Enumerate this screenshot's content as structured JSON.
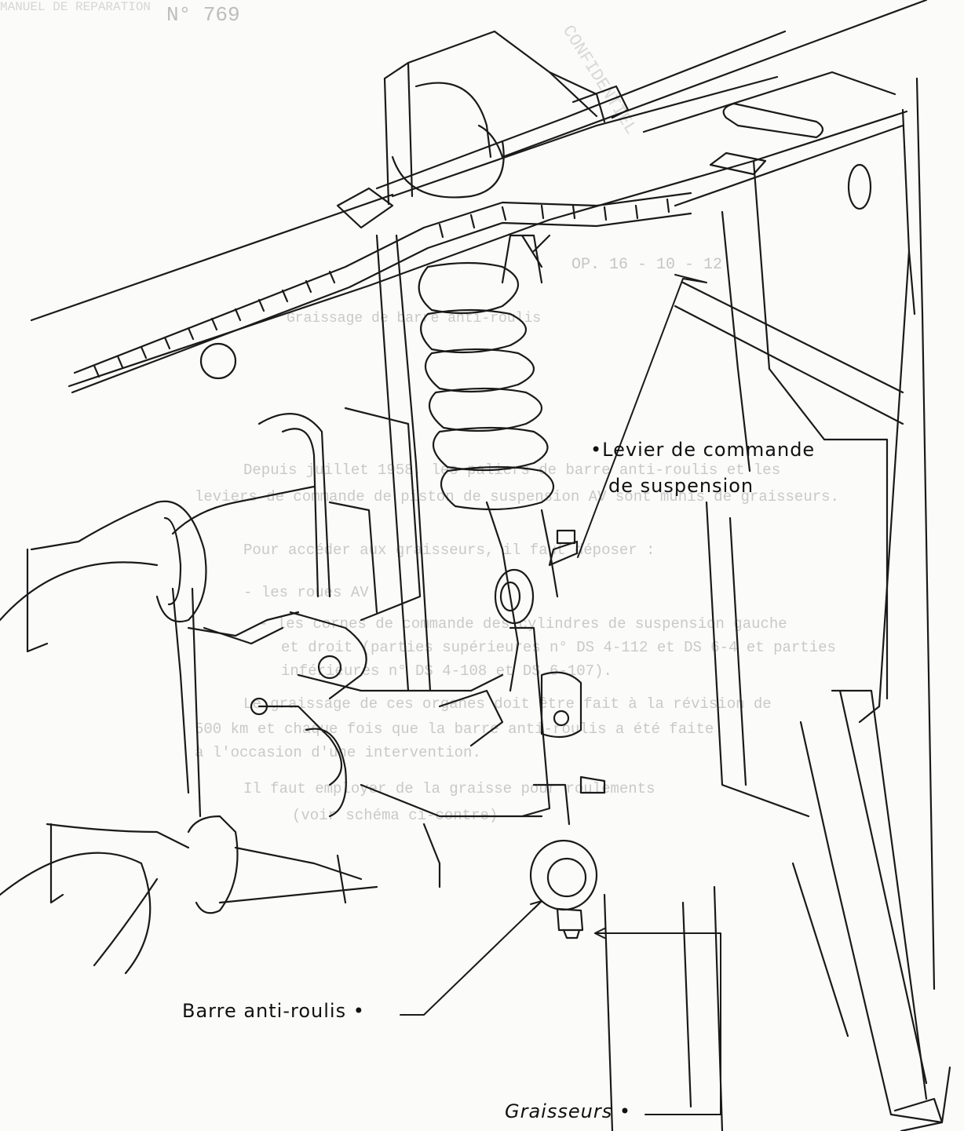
{
  "background_text": {
    "header_left": "MANUEL DE REPARATION",
    "header_number": "N° 769",
    "stamp": "CONFIDENTIEL",
    "section_title": "OP. 16 - 10 - 12",
    "heading": "Graissage de barre anti-roulis",
    "paragraphs": [
      "Depuis juillet 1958, les paliers de barre anti-roulis et les",
      "leviers de commande de piston de suspension AV sont munis de graisseurs.",
      "Pour accéder aux graisseurs, il faut déposer :",
      "- les roues AV",
      "- les cornes de commande des cylindres de suspension gauche",
      "et droit (parties supérieures n° DS 4-112 et DS 6-4 et parties",
      "inférieures n° DS 4-108 et DS 6-107).",
      "Le graissage de ces organes doit être fait à la révision de",
      "500 km et chaque fois que la barre anti-roulis a été faite",
      "à l'occasion d'une intervention.",
      "Il faut employer de la graisse pour roulements",
      "(voir schéma ci-contre)"
    ]
  },
  "callouts": {
    "levier_line1": "Levier de commande",
    "levier_line2": "de suspension",
    "barre": "Barre anti-roulis",
    "graisseurs": "Graisseurs"
  }
}
